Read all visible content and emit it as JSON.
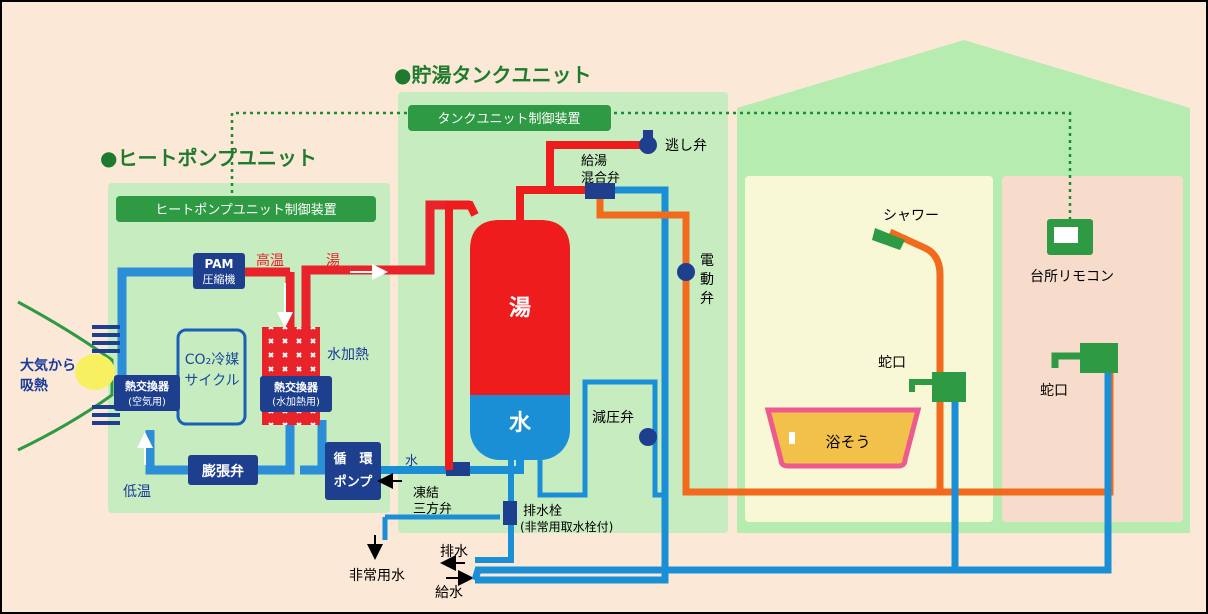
{
  "sections": {
    "heat_pump_title": "●ヒートポンプユニット",
    "tank_title": "●貯湯タンクユニット"
  },
  "controllers": {
    "heat_pump_controller": "ヒートポンプユニット制御装置",
    "tank_controller": "タンクユニット制御装置",
    "kitchen_remote": "台所リモコン"
  },
  "heat_pump": {
    "air_intake_line1": "大気から",
    "air_intake_line2": "吸熱",
    "air_hx_line1": "熱交換器",
    "air_hx_line2": "(空気用)",
    "co2_line1": "CO₂冷媒",
    "co2_line2": "サイクル",
    "compressor_line1": "PAM",
    "compressor_line2": "圧縮機",
    "high_temp": "高温",
    "low_temp": "低温",
    "water_hx_line1": "熱交換器",
    "water_hx_line2": "(水加熱用)",
    "water_heating": "水加熱",
    "expansion_valve": "膨張弁",
    "circulation_pump_line1": "循　環",
    "circulation_pump_line2": "ポンプ",
    "hot_water_flow": "湯",
    "water_flow": "水"
  },
  "tank": {
    "hot_label": "湯",
    "cold_label": "水",
    "relief_valve": "逃し弁",
    "mixing_valve_line1": "給湯",
    "mixing_valve_line2": "混合弁",
    "motor_valve_line1": "電",
    "motor_valve_line2": "動",
    "motor_valve_line3": "弁",
    "pressure_valve": "減圧弁",
    "freeze_valve_line1": "凍結",
    "freeze_valve_line2": "三方弁",
    "drain_plug_line1": "排水栓",
    "drain_plug_line2": "(非常用取水栓付)"
  },
  "outside": {
    "emergency_water": "非常用水",
    "drain": "排水",
    "supply": "給水"
  },
  "house": {
    "shower": "シャワー",
    "faucet_bath": "蛇口",
    "bathtub": "浴そう",
    "faucet_kitchen": "蛇口"
  },
  "colors": {
    "hot_pipe": "#ee1c1c",
    "cold_pipe": "#1a8fd6",
    "mixed_pipe": "#f26a1b",
    "refrigerant_pipe": "#2b8ed6",
    "unit_fill": "#c6ecc0",
    "house_fill": "#b6ecb0",
    "bath_fill": "#f8f7d6",
    "kitchen_fill": "#f7dccb",
    "controller_fill": "#2e9a44",
    "component_fill": "#1e3f8e",
    "background": "#fbe8d6"
  }
}
